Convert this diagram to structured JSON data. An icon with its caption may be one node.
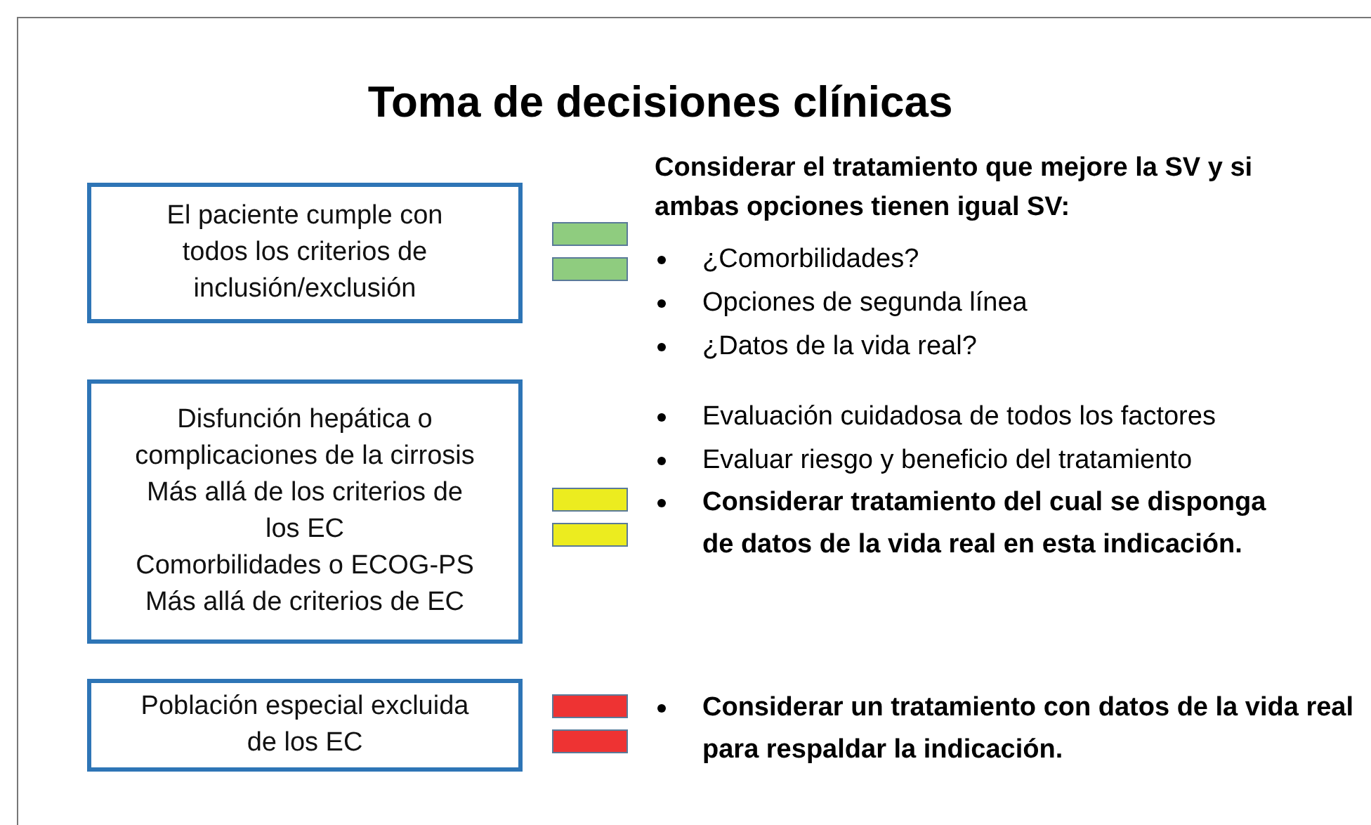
{
  "diagram": {
    "title": "Toma de decisiones clínicas",
    "nodes": [
      {
        "text": [
          "El paciente cumple con todos los criterios de inclusión/exclusión"
        ]
      },
      {
        "text": [
          "Disfunción hepática o complicaciones de la cirrosis",
          "Más allá de los criterios de los EC",
          "Comorbilidades o ECOG-PS",
          "Más allá de criterios de EC"
        ]
      },
      {
        "text": [
          "Población especial excluida de los EC"
        ]
      }
    ],
    "labels": [
      "Considerar  el tratamiento que mejore la SV y si ambas opciones tienen igual SV:",
      "¿Comorbilidades?",
      "Opciones de segunda línea",
      "¿Datos de la vida real?",
      "Evaluación cuidadosa de todos los factores",
      "Evaluar riesgo y beneficio del tratamiento",
      "Considerar tratamiento del cual se disponga de datos de la vida real en esta indicación.",
      "Considerar un tratamiento con datos de la vida real para respaldar la indicación."
    ]
  }
}
